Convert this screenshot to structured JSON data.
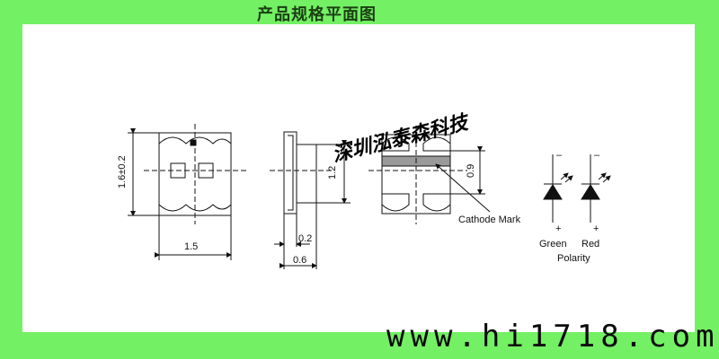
{
  "title": "产品规格平面图",
  "dimensions": {
    "front_height": "1.6±0.2",
    "front_width": "1.5",
    "side_height": "1.2",
    "side_lead": "0.2",
    "side_width": "0.6",
    "bottom_height": "0.9"
  },
  "labels": {
    "cathode_mark": "Cathode Mark",
    "green": "Green",
    "red": "Red",
    "polarity": "Polarity",
    "minus_1": "–",
    "minus_2": "–",
    "plus_1": "+",
    "plus_2": "+"
  },
  "watermark": {
    "company": "深圳泓泰森科技",
    "url": "www.hi1718.com"
  },
  "colors": {
    "background": "#74f064",
    "panel": "#ffffff",
    "line": "#111111"
  }
}
